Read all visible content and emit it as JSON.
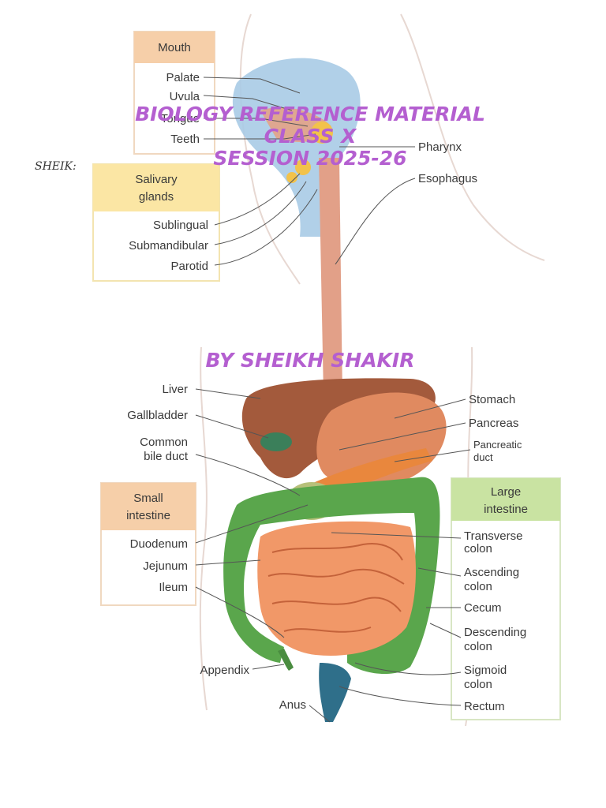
{
  "overlay": {
    "title_line1": "BIOLOGY REFERENCE MATERIAL",
    "title_line2": "CLASS X",
    "title_line3": "SESSION 2025-26",
    "author": "BY SHEIKH SHAKIR",
    "side_text": "SHEIK:"
  },
  "boxes": {
    "mouth": {
      "header": "Mouth",
      "items": [
        "Palate",
        "Uvula",
        "Tongue",
        "Teeth"
      ]
    },
    "salivary": {
      "header_line1": "Salivary",
      "header_line2": "glands",
      "items": [
        "Sublingual",
        "Submandibular",
        "Parotid"
      ]
    },
    "small_intestine": {
      "header_line1": "Small",
      "header_line2": "intestine",
      "items": [
        "Duodenum",
        "Jejunum",
        "Ileum"
      ]
    },
    "large_intestine": {
      "header_line1": "Large",
      "header_line2": "intestine",
      "items": [
        [
          "Transverse",
          "colon"
        ],
        [
          "Ascending",
          "colon"
        ],
        [
          "Cecum"
        ],
        [
          "Descending",
          "colon"
        ],
        [
          "Sigmoid",
          "colon"
        ],
        [
          "Rectum"
        ]
      ]
    }
  },
  "labels": {
    "pharynx": "Pharynx",
    "esophagus": "Esophagus",
    "liver": "Liver",
    "gallbladder": "Gallbladder",
    "common_bile_duct_1": "Common",
    "common_bile_duct_2": "bile duct",
    "stomach": "Stomach",
    "pancreas": "Pancreas",
    "pancreatic_duct_1": "Pancreatic",
    "pancreatic_duct_2": "duct",
    "appendix": "Appendix",
    "anus": "Anus"
  },
  "colors": {
    "box_header_peach": "#f6cfa9",
    "box_header_yellow": "#fbe6a4",
    "box_header_green": "#c9e3a2",
    "liver": "#a35a3c",
    "stomach": "#e08a60",
    "small_intestine": "#f19868",
    "large_intestine": "#5aa64c",
    "esophagus": "#e2a088",
    "mouth_area": "#a9cbe6",
    "rectum": "#2f6f8a",
    "overlay_text": "#b45fd0"
  }
}
